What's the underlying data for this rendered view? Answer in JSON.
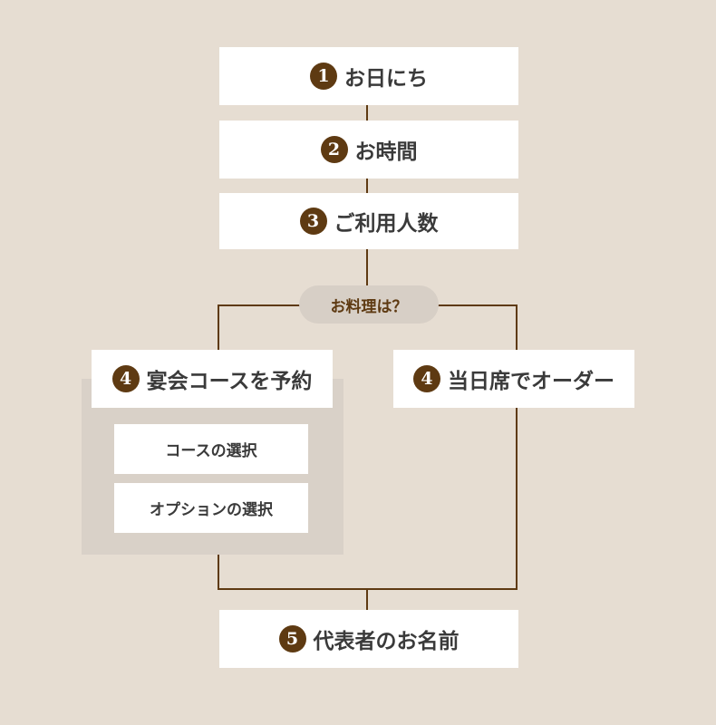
{
  "steps": [
    {
      "number": "1",
      "label": "お日にち"
    },
    {
      "number": "2",
      "label": "お時間"
    },
    {
      "number": "3",
      "label": "ご利用人数"
    }
  ],
  "decision": {
    "label": "お料理は？"
  },
  "branches": {
    "left": {
      "number": "4",
      "label": "宴会コースを予約",
      "sub_items": [
        "コースの選択",
        "オプションの選択"
      ]
    },
    "right": {
      "number": "4",
      "label": "当日席でオーダー"
    }
  },
  "final": {
    "number": "5",
    "label": "代表者のお名前"
  },
  "colors": {
    "background": "#e6ddd2",
    "accent": "#5e3a12",
    "box": "#ffffff",
    "panel": "#d9d1c8",
    "pill": "#d7cfc6",
    "text": "#3a3a3a"
  }
}
